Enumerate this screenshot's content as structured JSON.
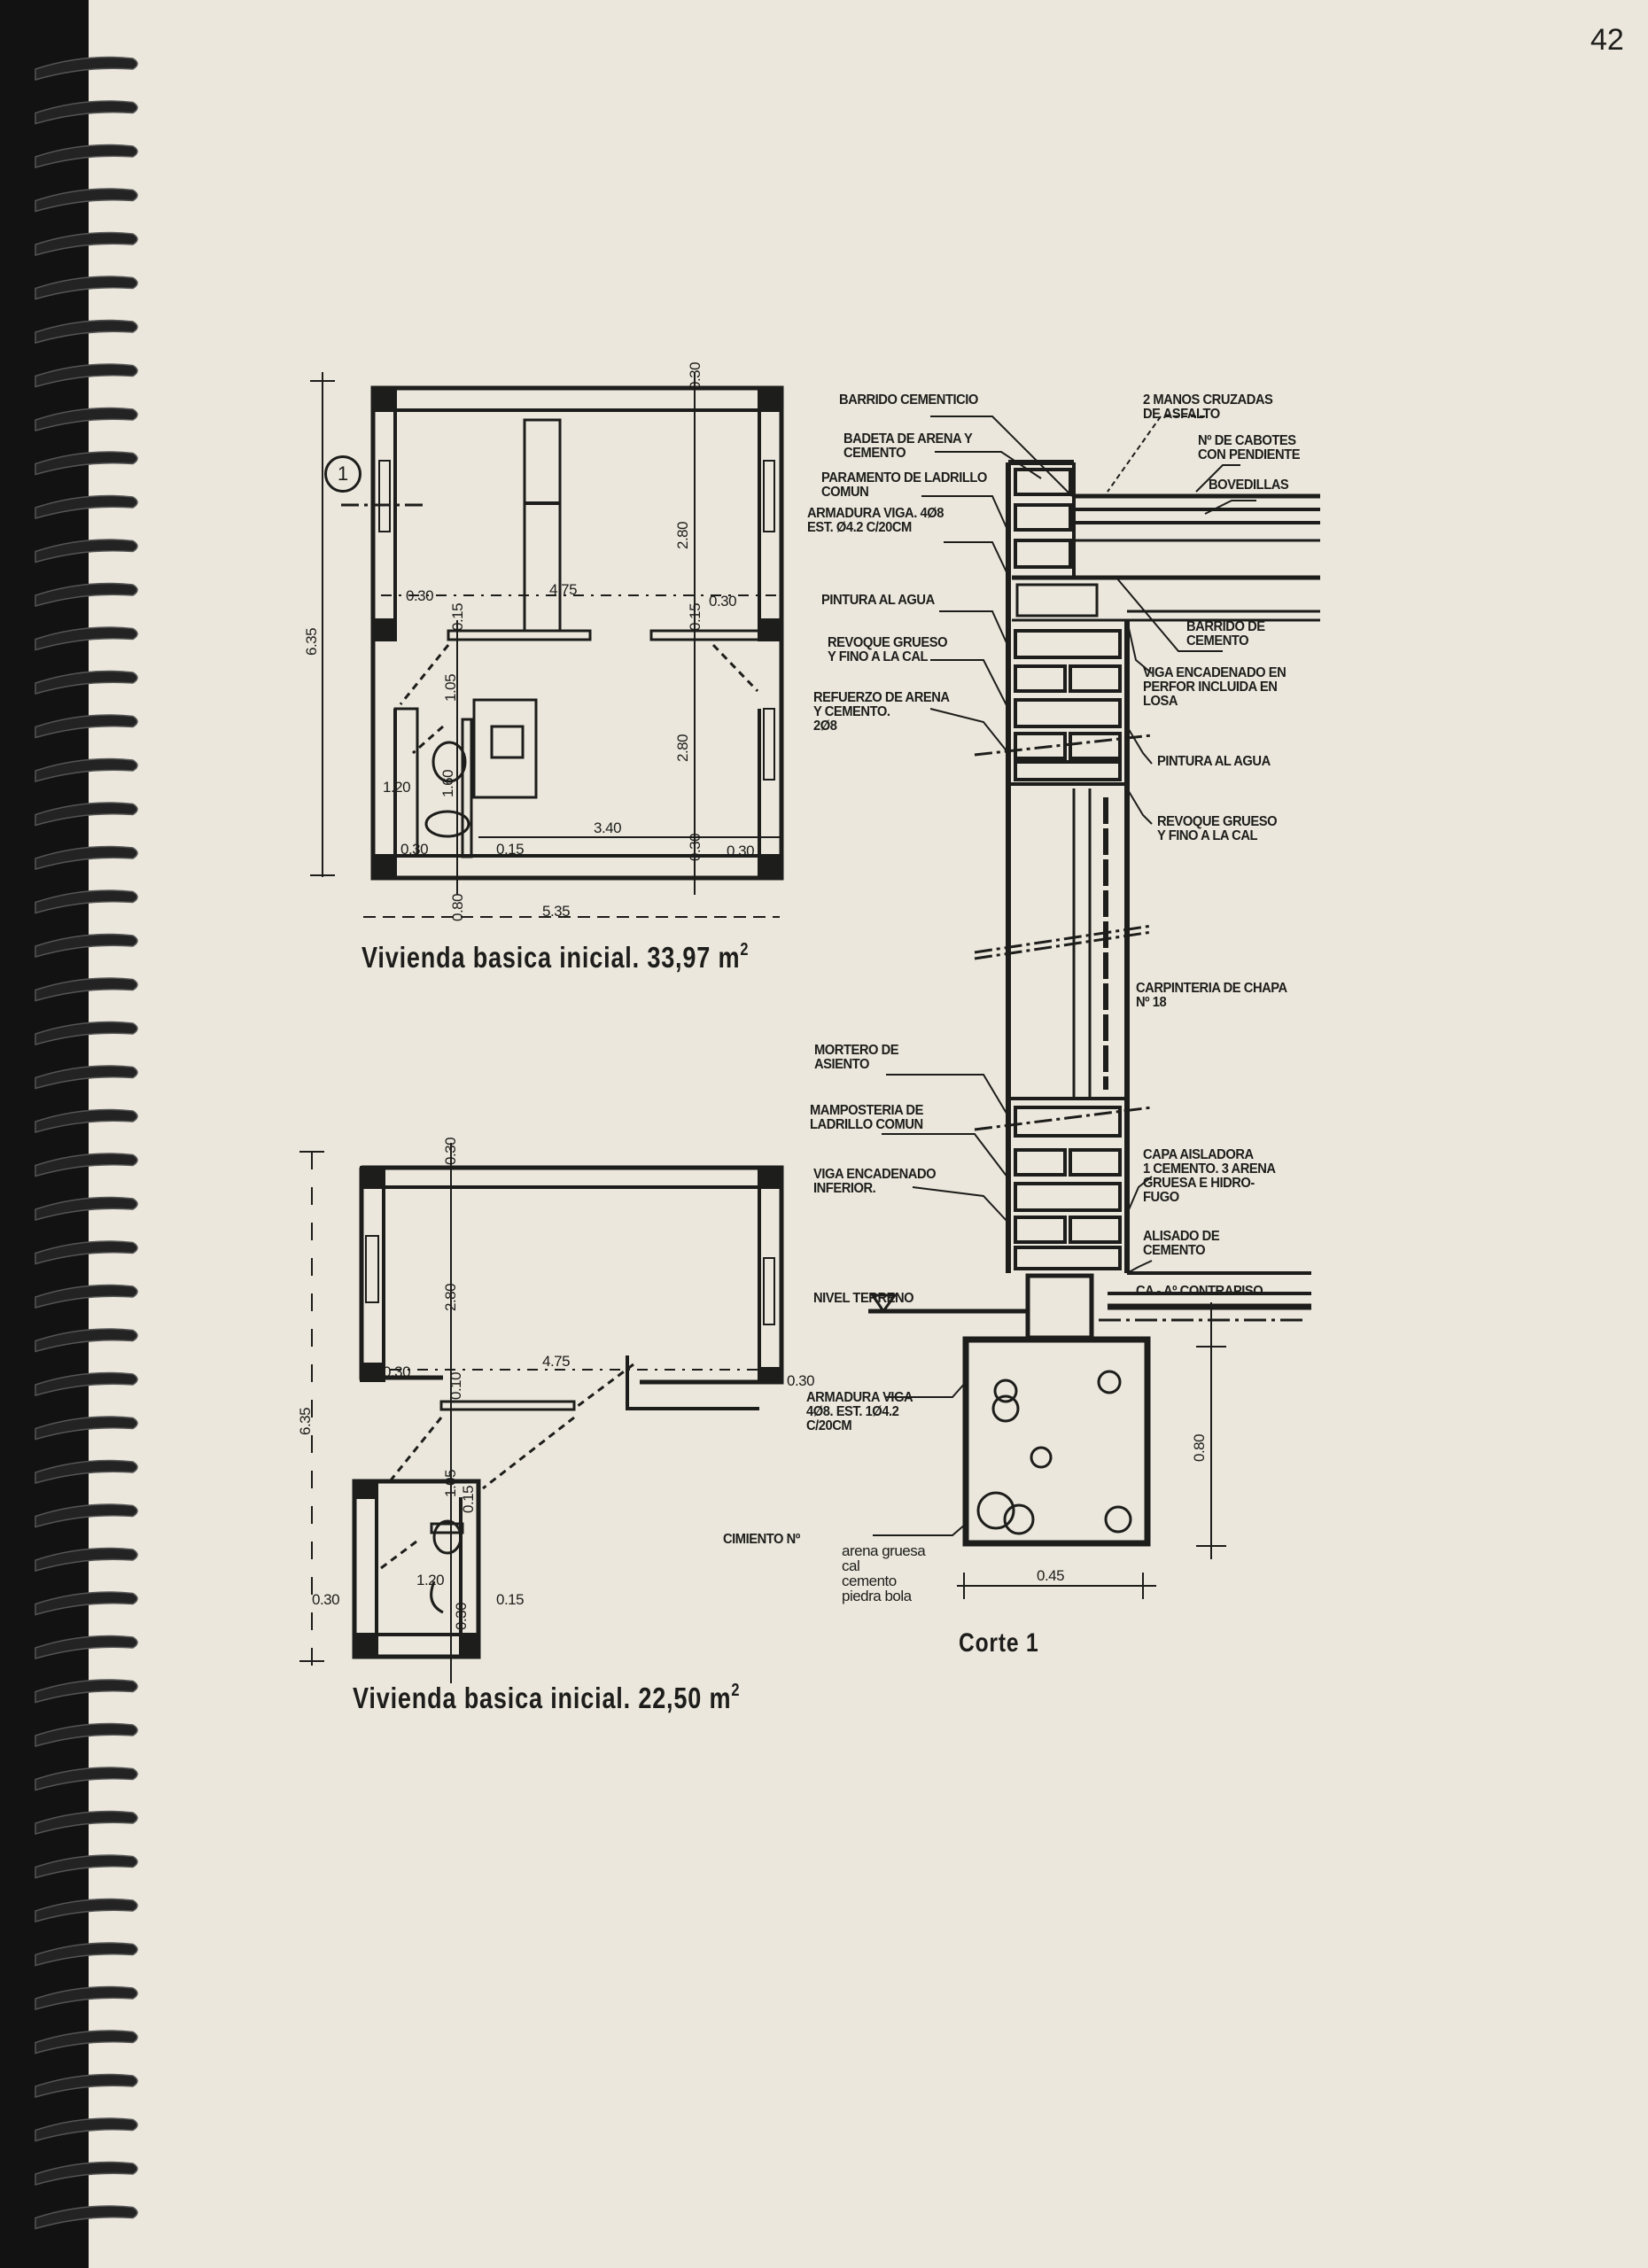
{
  "page_number": "42",
  "plan_1": {
    "title": "Vivienda basica inicial. 33,97",
    "unit": "m",
    "unit_exp": "2",
    "section_marker": "1",
    "dims": [
      "6.35",
      "0.30",
      "2.80",
      "4.75",
      "0.30",
      "0.15",
      "0.30",
      "0.15",
      "1.05",
      "2.80",
      "1.60",
      "1.20",
      "0.30",
      "0.15",
      "3.40",
      "0.30",
      "0.30",
      "0.80",
      "5.35"
    ]
  },
  "plan_2": {
    "title": "Vivienda basica inicial. 22,50",
    "unit": "m",
    "unit_exp": "2",
    "dims": [
      "6.35",
      "0.30",
      "2.80",
      "4.75",
      "0.30",
      "0.10",
      "0.30",
      "1.05",
      "0.15",
      "1.20",
      "0.30",
      "0.15",
      "0.30"
    ]
  },
  "section": {
    "title": "Corte 1",
    "labels": {
      "barrido": "BARRIDO CEMENTICIO",
      "asfalto": [
        "2 MANOS CRUZADAS",
        "DE ASFALTO"
      ],
      "badeta": [
        "BADETA DE ARENA Y",
        "CEMENTO"
      ],
      "cabotes": [
        "Nº DE CABOTES",
        "CON PENDIENTE"
      ],
      "bovedillas": "BOVEDILLAS",
      "paramento": [
        "PARAMENTO DE LADRILLO",
        "COMUN"
      ],
      "armadura_viga": [
        "ARMADURA VIGA. 4Ø8",
        "EST. Ø4.2 C/20CM"
      ],
      "pintura_1": "PINTURA AL AGUA",
      "barrido_cemento": [
        "BARRIDO DE",
        "CEMENTO"
      ],
      "revoque_1": [
        "REVOQUE GRUESO",
        "Y FINO A LA CAL"
      ],
      "viga_encadenado": [
        "VIGA ENCADENADO EN",
        "PERFOR INCLUIDA EN",
        "LOSA"
      ],
      "refuerzo": [
        "REFUERZO DE ARENA",
        "Y CEMENTO.",
        "2Ø8"
      ],
      "pintura_2": "PINTURA AL AGUA",
      "revoque_2": [
        "REVOQUE GRUESO",
        "Y FINO A LA CAL"
      ],
      "carpinteria": [
        "CARPINTERIA DE CHAPA",
        "Nº 18"
      ],
      "mortero": [
        "MORTERO DE",
        "ASIENTO"
      ],
      "mamposteria": [
        "MAMPOSTERIA DE",
        "LADRILLO COMUN"
      ],
      "viga_inferior": [
        "VIGA ENCADENADO",
        "INFERIOR."
      ],
      "capa_aisladora": [
        "CAPA AISLADORA",
        "1 cemento. 3 arena",
        "gruesa e hidro-",
        "fugo"
      ],
      "alisado": [
        "ALISADO DE",
        "CEMENTO"
      ],
      "contrapiso": "CA - Aº CONTRAPISO",
      "nivel_terreno": "NIVEL TERRENO",
      "armadura_viga_inf": [
        "ARMADURA VIGA",
        "4Ø8. est. 1Ø4.2",
        "C/20CM"
      ],
      "cimiento": "CIMIENTO Nº",
      "cimiento_mix": [
        "arena gruesa",
        "cal",
        "cemento",
        "piedra bola"
      ]
    },
    "dims": {
      "width": "0.45",
      "height": "0.80"
    }
  }
}
